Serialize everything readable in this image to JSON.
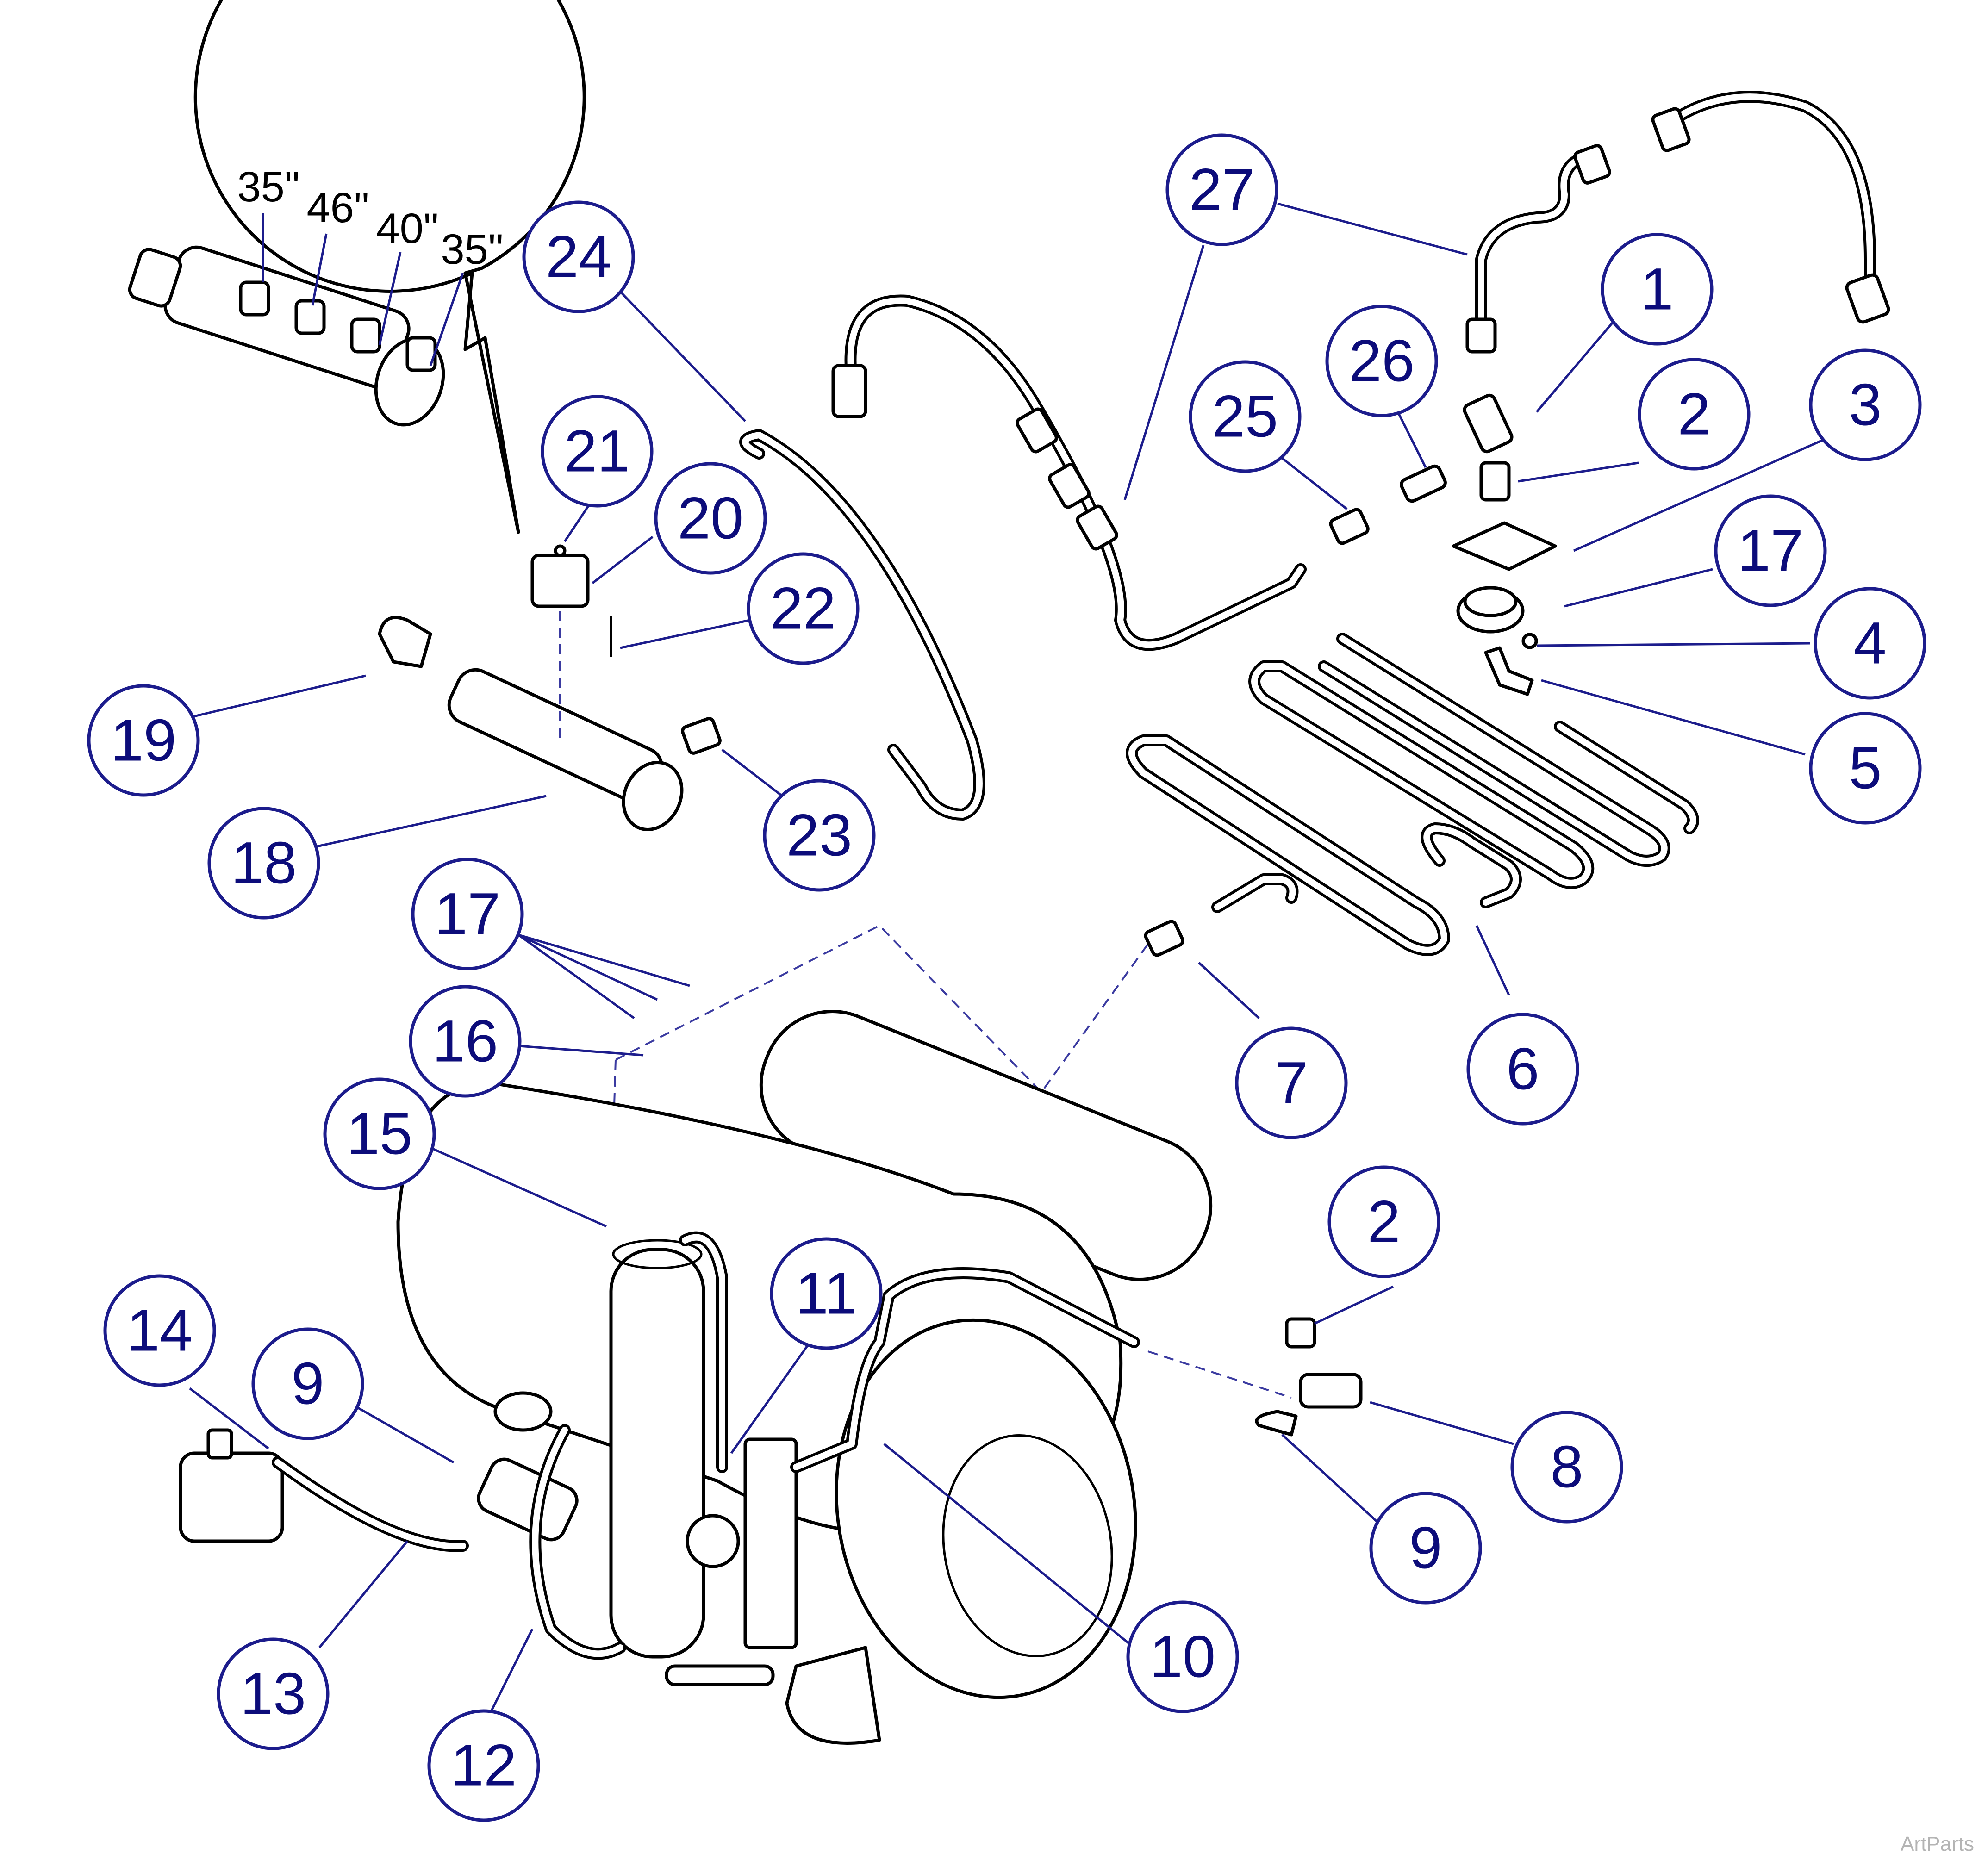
{
  "callouts": [
    "1",
    "2",
    "3",
    "4",
    "5",
    "6",
    "7",
    "8",
    "9",
    "10",
    "11",
    "12",
    "13",
    "14",
    "15",
    "16",
    "17",
    "18",
    "19",
    "20",
    "21",
    "22",
    "23",
    "24",
    "25",
    "26",
    "27"
  ],
  "inset": {
    "lengths": [
      "35\"",
      "46\"",
      "40\"",
      "35\""
    ]
  },
  "watermark": "ArtParts",
  "colors": {
    "callout": "#1c1c8c",
    "callout_text": "#0c0c7a",
    "linework": "#000000",
    "background": "#ffffff"
  }
}
